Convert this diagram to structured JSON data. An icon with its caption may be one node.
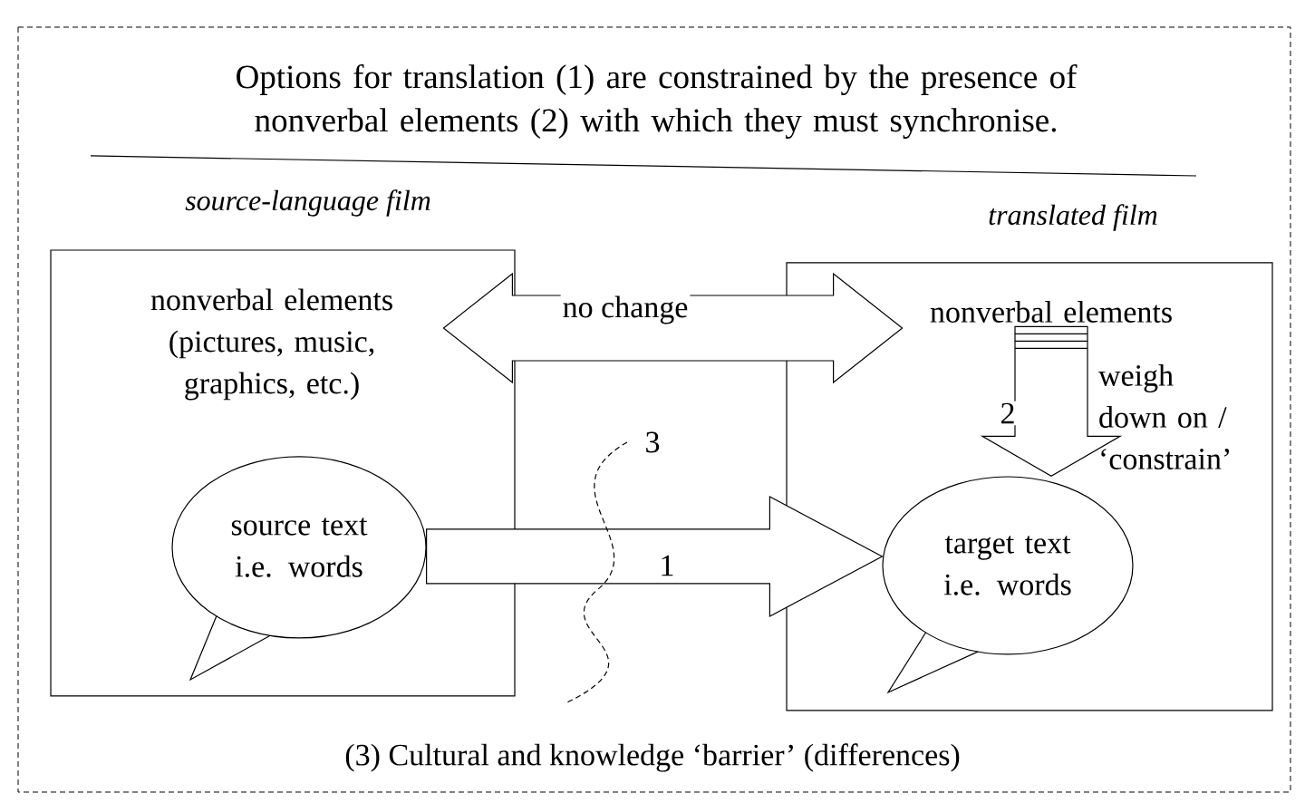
{
  "diagram": {
    "title": "Options for translation (1) are constrained by the presence of nonverbal elements (2) with which they must synchronise.",
    "nodes": [
      {
        "text": [
          "source-language film"
        ]
      },
      {
        "text": [
          "nonverbal elements (pictures, music, graphics, etc.)"
        ],
        "in": 0
      },
      {
        "text": [
          "source text i.e. words"
        ],
        "in": 0
      },
      {
        "text": [
          "translated film"
        ]
      },
      {
        "text": [
          "nonverbal elements"
        ],
        "in": 3
      },
      {
        "text": [
          "target text i.e. words"
        ],
        "in": 3
      }
    ],
    "edges": [
      {
        "from": 1,
        "to": 4,
        "arrow": "both",
        "label": "no change"
      },
      {
        "from": 2,
        "to": 5,
        "arrow": "to",
        "label": "1"
      },
      {
        "from": 4,
        "to": 5,
        "arrow": "to",
        "label": "2"
      }
    ],
    "labels": [
      "weigh down on / ‘constrain’",
      "3",
      "(3) Cultural and knowledge ‘barrier’ (differences)"
    ]
  }
}
